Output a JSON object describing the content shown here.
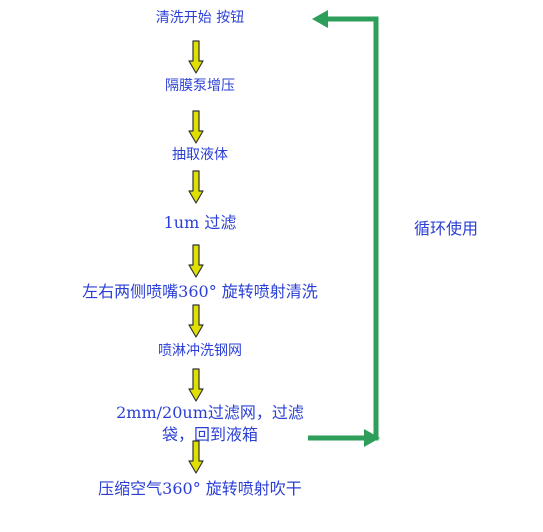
{
  "steps": [
    {
      "text": "清洗开始 按钮"
    },
    {
      "text": "隔膜泵增压"
    },
    {
      "text": "抽取液体"
    },
    {
      "text": "1um 过滤"
    },
    {
      "text": "左右两侧喷嘴360°  旋转喷射清洗"
    },
    {
      "text": "喷淋冲洗钢网"
    },
    {
      "line1": "2mm/20um过滤网，过滤",
      "line2": "袋，回到液箱"
    },
    {
      "text": "压缩空气360°  旋转喷射吹干"
    }
  ],
  "loop_label": "循环使用",
  "colors": {
    "text": "#2b3fd6",
    "arrow_fill": "#e0e000",
    "arrow_stroke": "#333333",
    "loop": "#2e9e5b"
  }
}
